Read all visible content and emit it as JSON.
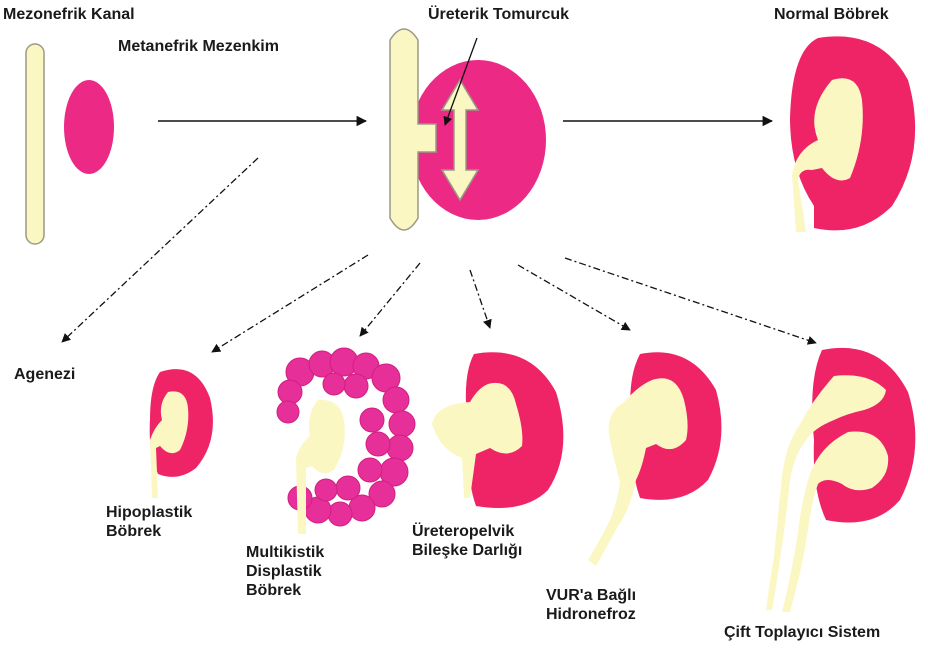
{
  "labels": {
    "mesonephric_duct": "Mezonefrik Kanal",
    "metanephric_mesenchyme": "Metanefrik Mezenkim",
    "ureteric_bud": "Üreterik Tomurcuk",
    "normal_kidney": "Normal Böbrek",
    "agenesis": "Agenezi",
    "hypoplastic": [
      "Hipoplastik",
      "Böbrek"
    ],
    "multicystic": [
      "Multikistik",
      "Displastik",
      "Böbrek"
    ],
    "upj": [
      "Üreteropelvik",
      "Bileşke Darlığı"
    ],
    "vur": [
      "VUR'a Bağlı",
      "Hidronefroz"
    ],
    "duplex": "Çift Toplayıcı Sistem"
  },
  "colors": {
    "cortex": "#ef2466",
    "mesenchyme": "#ec2a86",
    "collecting": "#fbf7c3",
    "outline": "#9a9a86",
    "arrow": "#111111"
  }
}
